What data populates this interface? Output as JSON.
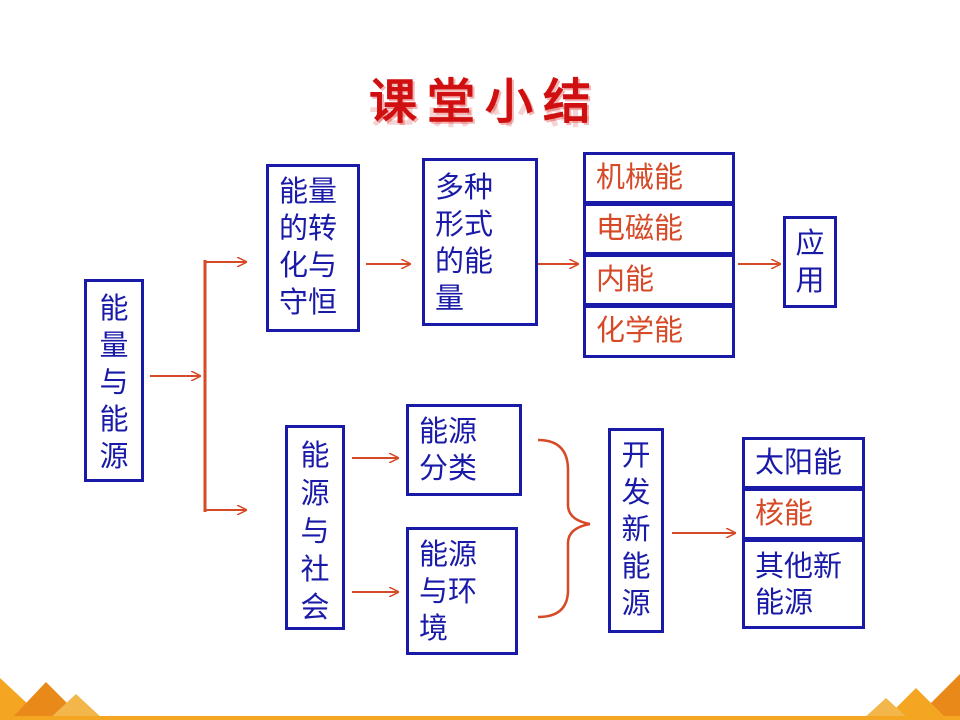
{
  "title": "课堂小结",
  "root": "能量与能源",
  "branch1": {
    "label": "能量的转化与守恒",
    "forms_label": "多种形式的能量",
    "forms": [
      "机械能",
      "电磁能",
      "内能",
      "化学能"
    ],
    "application": "应用"
  },
  "branch2": {
    "label": "能源与社会",
    "sub1": "能源分类",
    "sub2": "能源与环境",
    "develop": "开发新能源",
    "new_sources": [
      "太阳能",
      "核能",
      "其他新能源"
    ]
  },
  "colors": {
    "box_border": "#1a1aa8",
    "text_blue": "#1a1aa8",
    "text_red": "#d64a28",
    "arrow": "#d64a28",
    "title": "#d01010"
  }
}
